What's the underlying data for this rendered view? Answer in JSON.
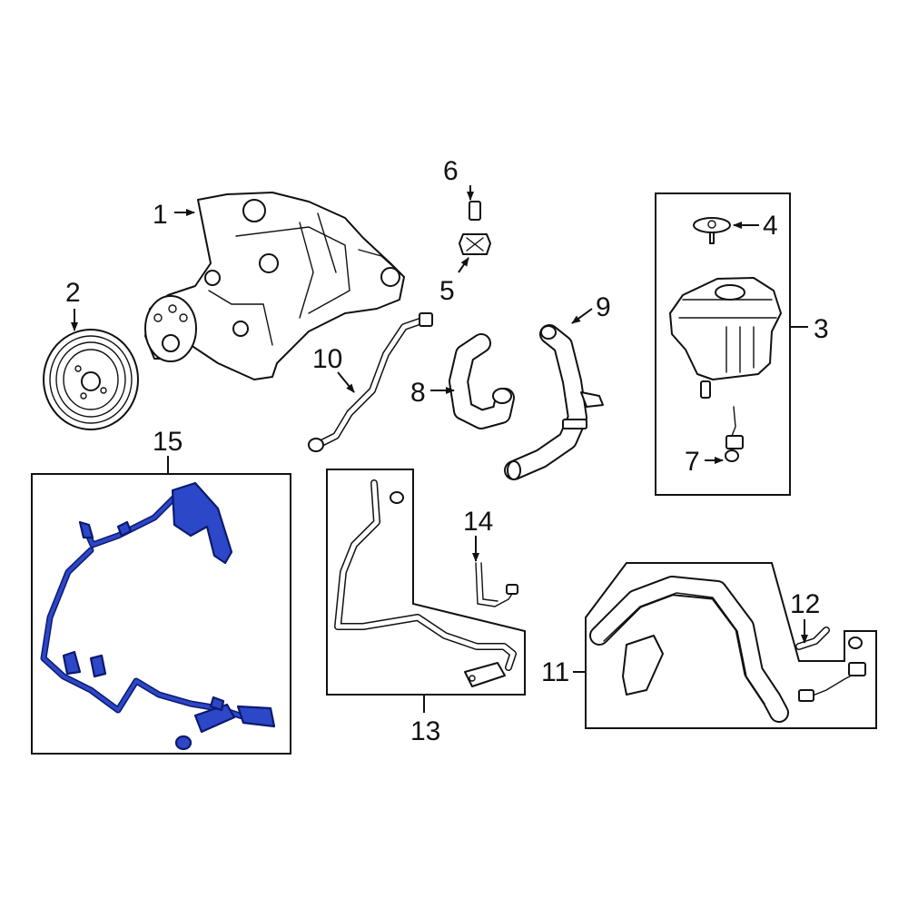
{
  "diagram": {
    "callouts": {
      "c1": "1",
      "c2": "2",
      "c3": "3",
      "c4": "4",
      "c5": "5",
      "c6": "6",
      "c7": "7",
      "c8": "8",
      "c9": "9",
      "c10": "10",
      "c11": "11",
      "c12": "12",
      "c13": "13",
      "c14": "14",
      "c15": "15"
    },
    "colors": {
      "line": "#111111",
      "highlight_fill": "#2c47c7",
      "highlight_stroke": "#0c1a6e",
      "background": "#ffffff"
    }
  }
}
